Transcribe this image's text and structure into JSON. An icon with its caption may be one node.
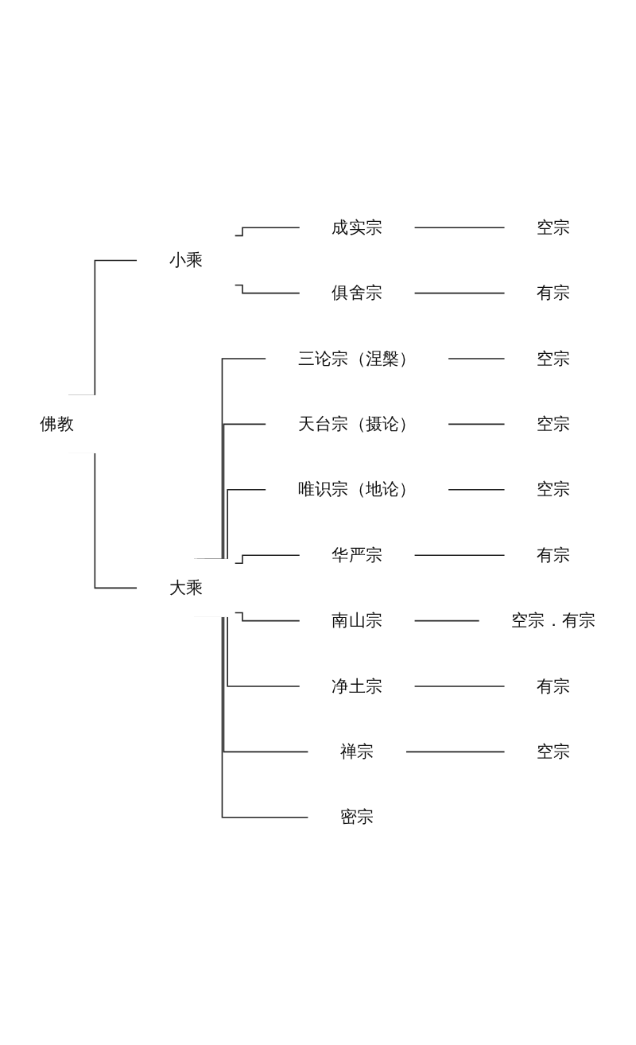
{
  "diagram": {
    "nodes": [
      {
        "text": [
          "佛教"
        ]
      },
      {
        "text": [
          "小乘"
        ]
      },
      {
        "text": [
          "成实宗"
        ]
      },
      {
        "text": [
          "空宗"
        ]
      },
      {
        "text": [
          "俱舍宗"
        ]
      },
      {
        "text": [
          "有宗"
        ]
      },
      {
        "text": [
          "大乘"
        ]
      },
      {
        "text": [
          "三论宗（涅槃）"
        ]
      },
      {
        "text": [
          "空宗"
        ]
      },
      {
        "text": [
          "天台宗（摄论）"
        ]
      },
      {
        "text": [
          "空宗"
        ]
      },
      {
        "text": [
          "唯识宗（地论）"
        ]
      },
      {
        "text": [
          "空宗"
        ]
      },
      {
        "text": [
          "华严宗"
        ]
      },
      {
        "text": [
          "有宗"
        ]
      },
      {
        "text": [
          "南山宗"
        ]
      },
      {
        "text": [
          "空宗．有宗"
        ]
      },
      {
        "text": [
          "净土宗"
        ]
      },
      {
        "text": [
          "有宗"
        ]
      },
      {
        "text": [
          "禅宗"
        ]
      },
      {
        "text": [
          "空宗"
        ]
      },
      {
        "text": [
          "密宗"
        ]
      }
    ],
    "edges": [
      {
        "from": 0,
        "to": 1,
        "arrow": "none"
      },
      {
        "from": 0,
        "to": 6,
        "arrow": "none"
      },
      {
        "from": 1,
        "to": 2,
        "arrow": "none"
      },
      {
        "from": 1,
        "to": 4,
        "arrow": "none"
      },
      {
        "from": 2,
        "to": 3,
        "arrow": "none"
      },
      {
        "from": 4,
        "to": 5,
        "arrow": "none"
      },
      {
        "from": 6,
        "to": 7,
        "arrow": "none"
      },
      {
        "from": 6,
        "to": 9,
        "arrow": "none"
      },
      {
        "from": 6,
        "to": 11,
        "arrow": "none"
      },
      {
        "from": 6,
        "to": 13,
        "arrow": "none"
      },
      {
        "from": 6,
        "to": 15,
        "arrow": "none"
      },
      {
        "from": 6,
        "to": 17,
        "arrow": "none"
      },
      {
        "from": 6,
        "to": 19,
        "arrow": "none"
      },
      {
        "from": 6,
        "to": 21,
        "arrow": "none"
      },
      {
        "from": 7,
        "to": 8,
        "arrow": "none"
      },
      {
        "from": 9,
        "to": 10,
        "arrow": "none"
      },
      {
        "from": 11,
        "to": 12,
        "arrow": "none"
      },
      {
        "from": 13,
        "to": 14,
        "arrow": "none"
      },
      {
        "from": 15,
        "to": 16,
        "arrow": "none"
      },
      {
        "from": 17,
        "to": 18,
        "arrow": "none"
      },
      {
        "from": 19,
        "to": 20,
        "arrow": "none"
      }
    ]
  }
}
